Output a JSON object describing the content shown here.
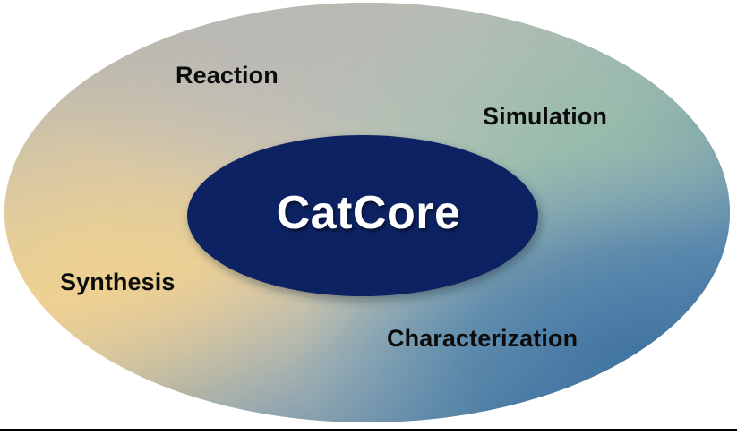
{
  "figure": {
    "title": "CatCore",
    "type": "concentric-ellipse-diagram",
    "core": {
      "label": "CatCore",
      "fill_color": "#0a2462",
      "text_color": "#ffffff"
    },
    "outer_ring": {
      "gradient_colors": {
        "top_left_gray": "#bcbbb7",
        "left_gold": "#edcf8e",
        "bottom_left_tan": "#dccaa0",
        "top_right_sage": "#93b9a8",
        "right_teal": "#6f9fae",
        "bottom_right_blue": "#3e6f9e"
      }
    },
    "labels": [
      {
        "id": "reaction",
        "text": "Reaction"
      },
      {
        "id": "simulation",
        "text": "Simulation"
      },
      {
        "id": "synthesis",
        "text": "Synthesis"
      },
      {
        "id": "characterization",
        "text": "Characterization"
      }
    ],
    "rule": {
      "color": "#000000"
    }
  }
}
